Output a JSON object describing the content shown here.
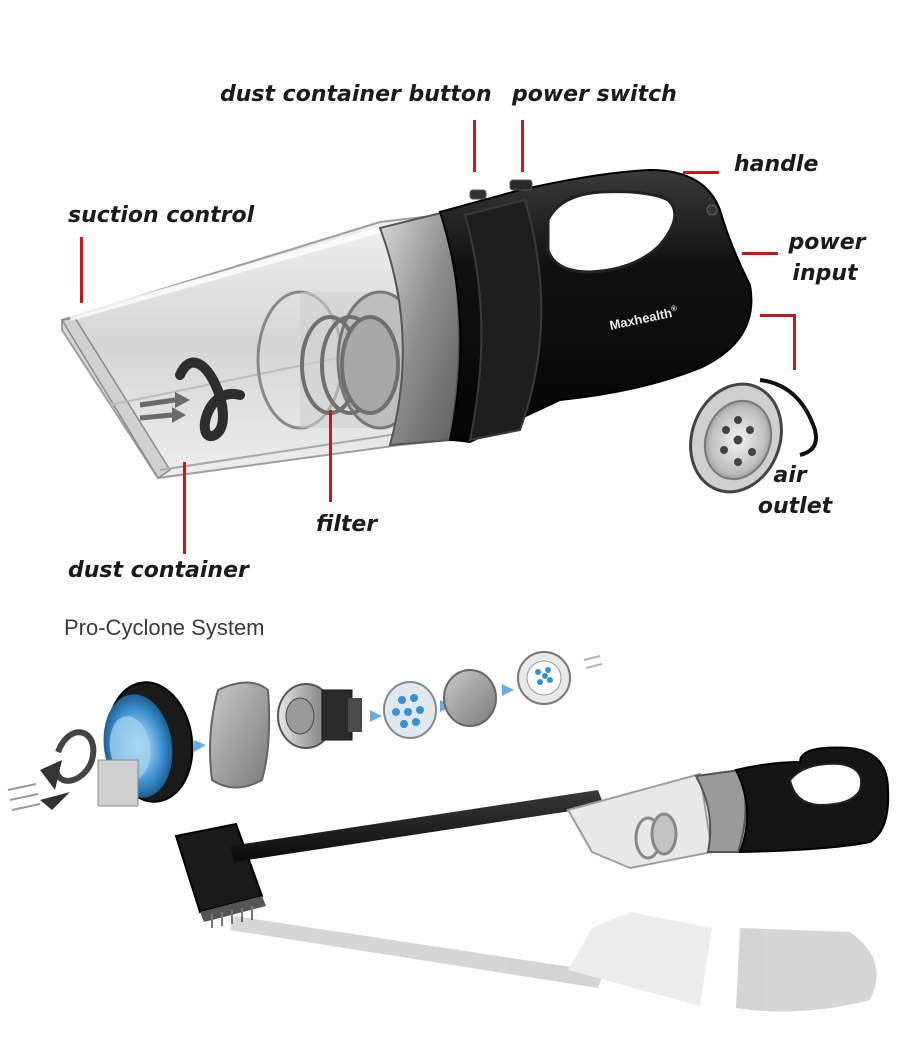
{
  "labels": {
    "dust_container_button": "dust container button",
    "power_switch": "power switch",
    "handle": "handle",
    "suction_control": "suction control",
    "power_input_line1": "power",
    "power_input_line2": "input",
    "air_outlet_line1": "air",
    "air_outlet_line2": "outlet",
    "filter": "filter",
    "dust_container": "dust container"
  },
  "brand": "Maxhealth",
  "brand_mark": "®",
  "section_title": "Pro-Cyclone System",
  "colors": {
    "leader": "#c8161d",
    "body_black": "#141414",
    "body_silver": "#9a9a9a",
    "cyclone_blue": "#3a8fd0"
  }
}
